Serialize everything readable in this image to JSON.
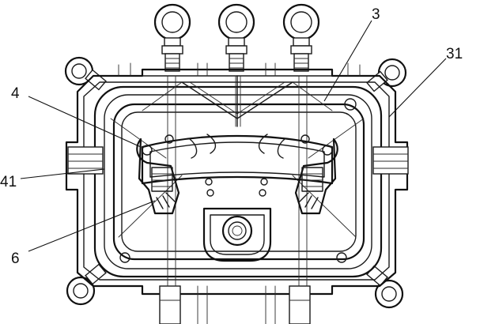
{
  "labels": {
    "part_3": "3",
    "part_31": "31",
    "part_4": "4",
    "part_41": "41",
    "part_6": "6"
  },
  "colors": {
    "line": "#1a1a1a",
    "background": "#ffffff"
  }
}
